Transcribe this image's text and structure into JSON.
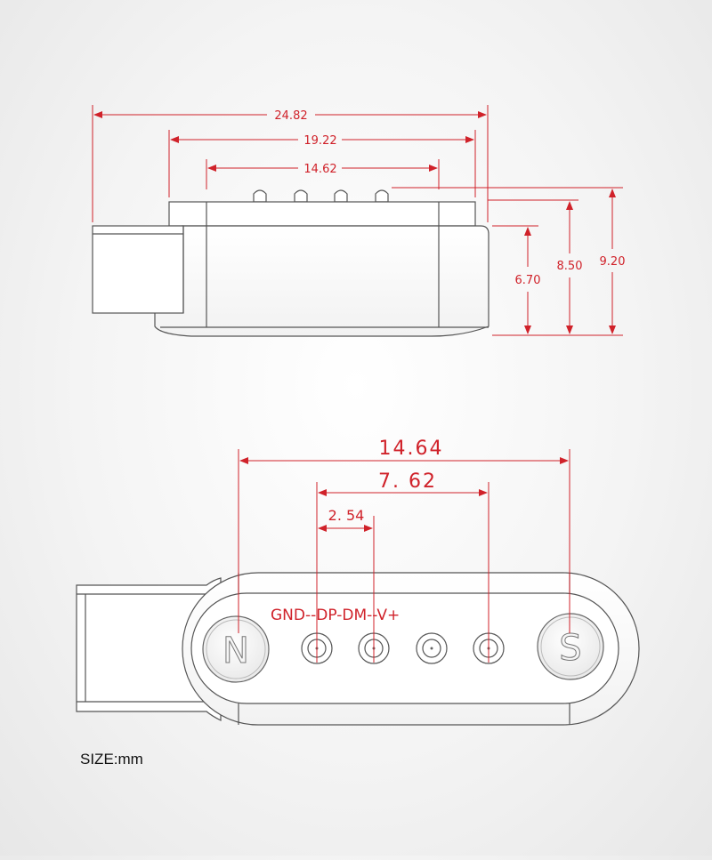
{
  "side_view": {
    "dims": {
      "overall_length": "24.82",
      "housing_length": "19.22",
      "pin_span": "14.62",
      "height_body": "6.70",
      "height_top": "8.50",
      "height_total": "9.20"
    }
  },
  "top_view": {
    "dims": {
      "magnet_spacing": "14.64",
      "outer_pin_spacing": "7. 62",
      "pin_pitch": "2. 54"
    },
    "pin_label": "GND--DP-DM--V+",
    "magnet_left": "N",
    "magnet_right": "S"
  },
  "size_unit": "SIZE:mm",
  "colors": {
    "dimension": "#d0222a",
    "outline": "#555555"
  }
}
